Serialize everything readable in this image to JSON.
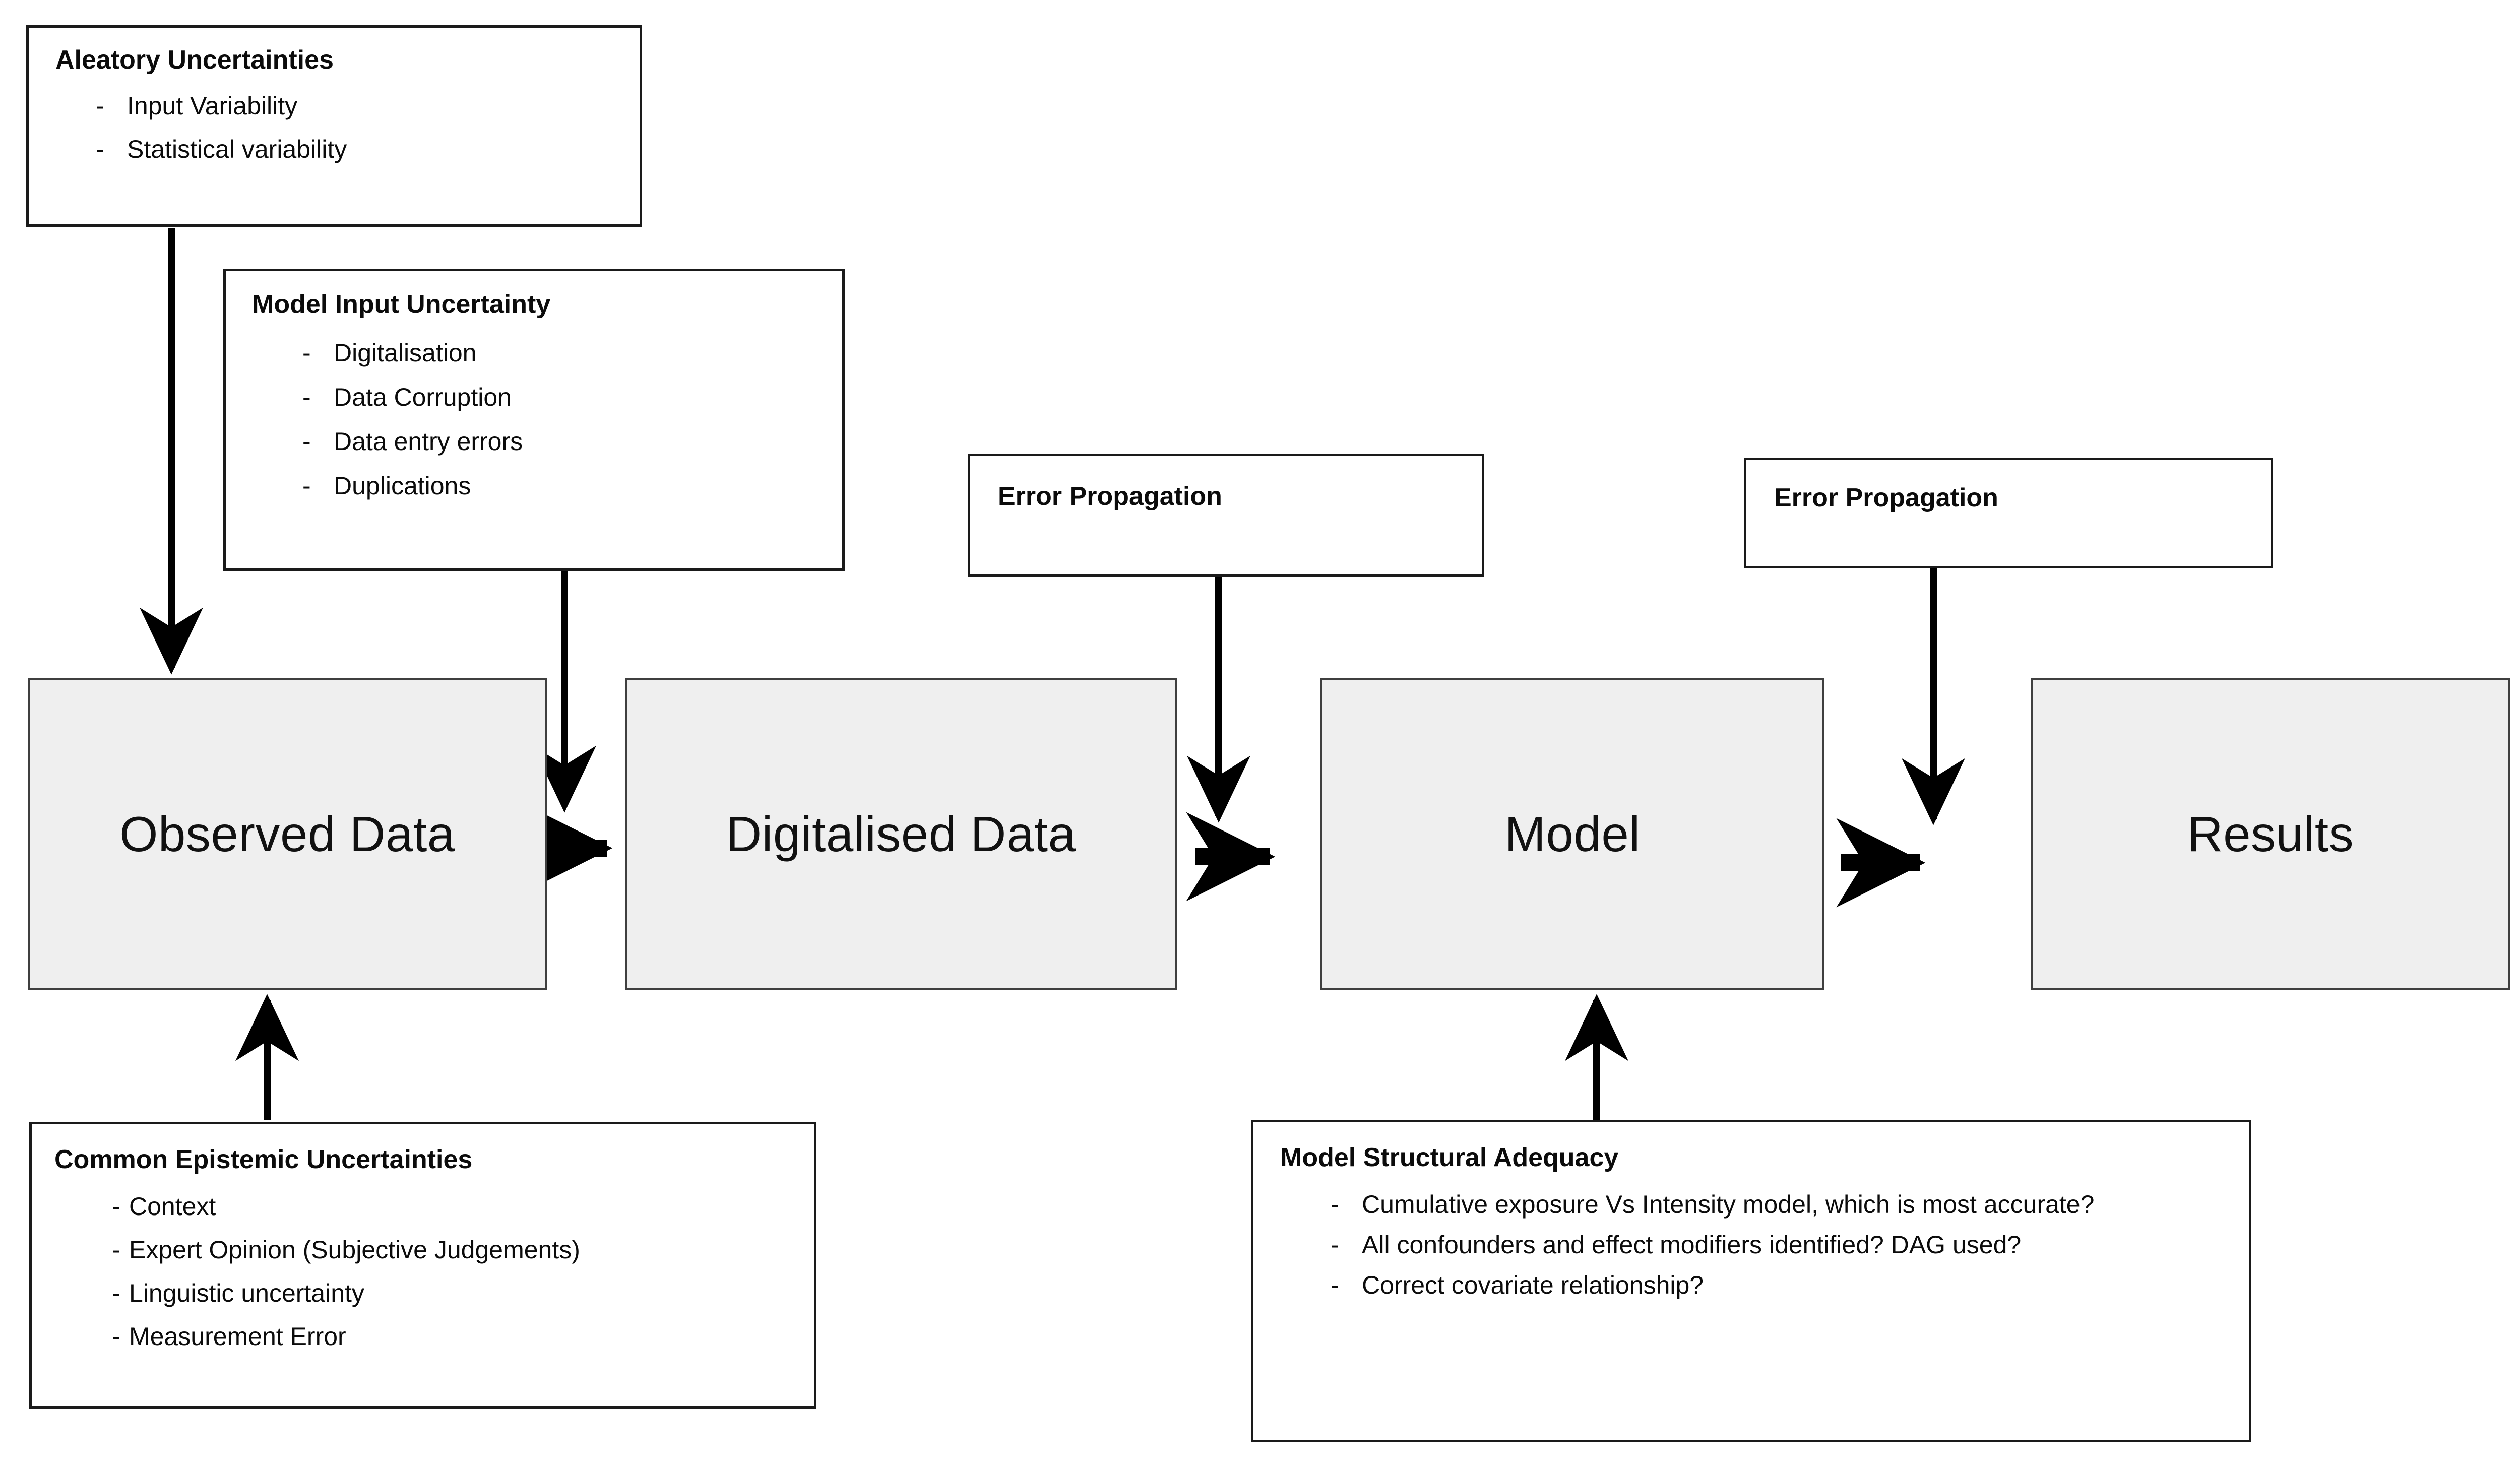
{
  "diagram": {
    "title": "Uncertainty propagation in exposure modelling flowchart",
    "colors": {
      "flow_box_fill": "#efefef",
      "flow_box_border": "#3f3f3f",
      "note_box_border": "#1a1a1a",
      "arrow": "#000000",
      "text": "#0b0b0b",
      "background": "#ffffff"
    }
  },
  "flow_boxes": [
    {
      "id": "observed-data",
      "label": "Observed Data"
    },
    {
      "id": "digitalised-data",
      "label": "Digitalised Data"
    },
    {
      "id": "model",
      "label": "Model"
    },
    {
      "id": "results",
      "label": "Results"
    }
  ],
  "note_boxes": {
    "aleatory": {
      "title": "Aleatory Uncertainties",
      "items": [
        "Input Variability",
        "Statistical variability"
      ]
    },
    "model_input": {
      "title": "Model Input Uncertainty",
      "items": [
        "Digitalisation",
        "Data Corruption",
        "Data entry errors",
        "Duplications"
      ]
    },
    "error_propagation_1": {
      "title": "Error Propagation"
    },
    "error_propagation_2": {
      "title": "Error Propagation"
    },
    "common_epistemic": {
      "title": "Common Epistemic Uncertainties",
      "items": [
        "Context",
        "Expert Opinion (Subjective Judgements)",
        "Linguistic uncertainty",
        "Measurement Error"
      ]
    },
    "model_structural": {
      "title": "Model Structural Adequacy",
      "items": [
        "Cumulative exposure Vs Intensity model, which is most accurate?",
        "All confounders and effect modifiers identified? DAG used?",
        "Correct covariate relationship?"
      ]
    }
  },
  "bullet_marker": "-",
  "arrows": [
    {
      "id": "aleatory-to-observed",
      "from": "aleatory",
      "to": "observed-data",
      "direction": "down",
      "style": "thin"
    },
    {
      "id": "model-input-to-digitalised",
      "from": "model_input",
      "to": "digitalised-data",
      "direction": "down",
      "style": "thin"
    },
    {
      "id": "error-prop-1-to-digitalised",
      "from": "error_propagation_1",
      "to": "digitalised-data",
      "direction": "down",
      "style": "thin"
    },
    {
      "id": "error-prop-2-to-results",
      "from": "error_propagation_2",
      "to": "results",
      "direction": "down",
      "style": "thin"
    },
    {
      "id": "epistemic-to-observed",
      "from": "common_epistemic",
      "to": "observed-data",
      "direction": "up",
      "style": "thin"
    },
    {
      "id": "structural-to-model",
      "from": "model_structural",
      "to": "model",
      "direction": "up",
      "style": "thin"
    },
    {
      "id": "observed-to-digitalised",
      "from": "observed-data",
      "to": "digitalised-data",
      "direction": "right",
      "style": "thick"
    },
    {
      "id": "digitalised-to-model",
      "from": "digitalised-data",
      "to": "model",
      "direction": "right",
      "style": "thick"
    },
    {
      "id": "model-to-results",
      "from": "model",
      "to": "results",
      "direction": "right",
      "style": "thick"
    }
  ]
}
